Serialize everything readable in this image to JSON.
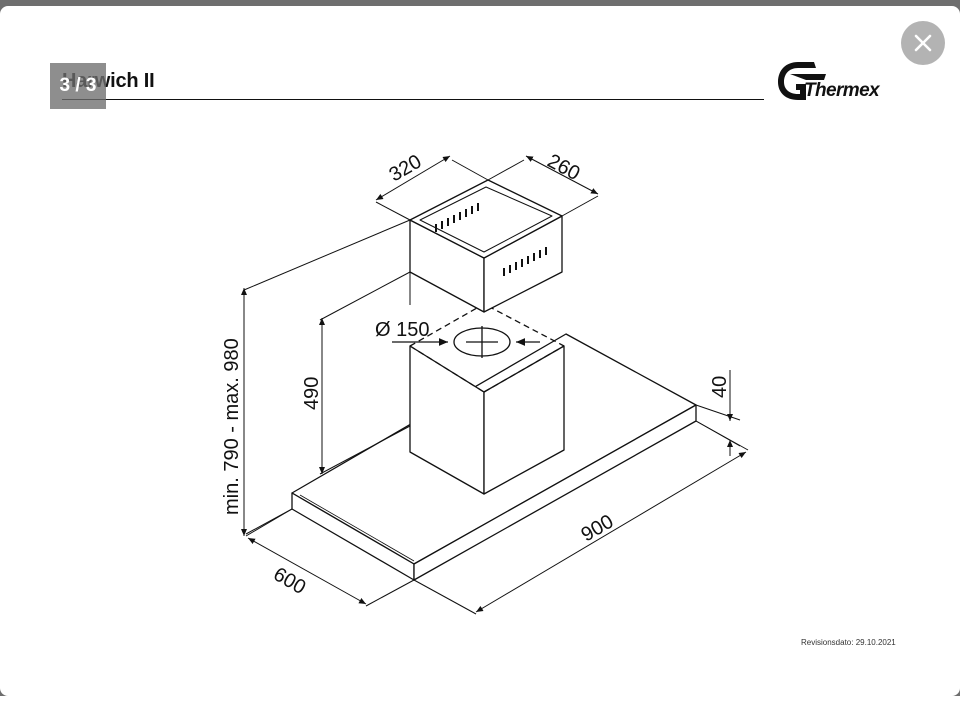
{
  "viewer": {
    "counter": "3 / 3",
    "close_label": "×"
  },
  "document": {
    "title": "Harwich II",
    "logo_text": "Thermex",
    "revision": "Revisionsdato: 29.10.2021"
  },
  "dimensions": {
    "chimney_width": "320",
    "chimney_depth": "260",
    "duct_diameter": "Ø 150",
    "height_range": "min. 790 - max. 980",
    "lower_chimney": "490",
    "canopy_thickness": "40",
    "canopy_depth": "600",
    "canopy_width": "900"
  }
}
